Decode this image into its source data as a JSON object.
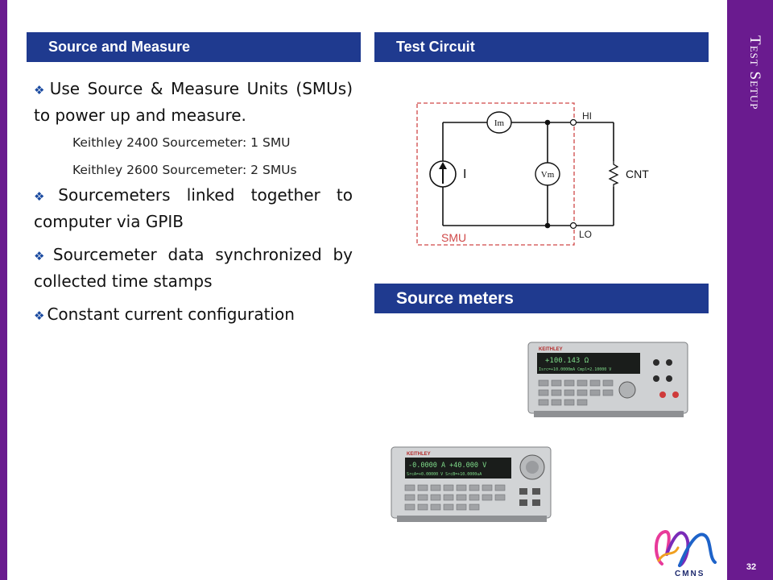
{
  "slide": {
    "title": "Test Setup",
    "page_number": "32"
  },
  "left_panel": {
    "header": "Source and Measure",
    "bullet_1": "Use Source & Measure Units (SMUs) to power up and measure.",
    "sub_1": "Keithley 2400 Sourcemeter: 1 SMU",
    "sub_2": "Keithley 2600 Sourcemeter: 2 SMUs",
    "bullet_2": "Sourcemeters linked together to computer via GPIB",
    "bullet_3": "Sourcemeter data synchronized by collected time stamps",
    "bullet_4": "Constant current configuration"
  },
  "circuit_panel": {
    "header": "Test Circuit",
    "labels": {
      "hi": "HI",
      "lo": "LO",
      "cnt": "CNT",
      "smu": "SMU",
      "source": "I",
      "ammeter": "Im",
      "voltmeter": "Vm"
    }
  },
  "meters_panel": {
    "header": "Source meters",
    "meter_2400": {
      "brand": "KEITHLEY",
      "display_1": "+100.143 Ω",
      "display_2": "Isrc=+10.0000mA  Cmpl=2.10000 V"
    },
    "meter_2600": {
      "brand": "KEITHLEY",
      "display_1": "-0.0000 A  +40.000 V",
      "display_2": "SrcA=+0.00000 V  SrcB=+10.0000uA"
    }
  },
  "logo": {
    "text": "CMNS"
  },
  "colors": {
    "purple": "#6a1b8f",
    "header_blue": "#1f3a8f",
    "bullet_blue": "#1a4aa0",
    "smu_red": "#d04848"
  }
}
